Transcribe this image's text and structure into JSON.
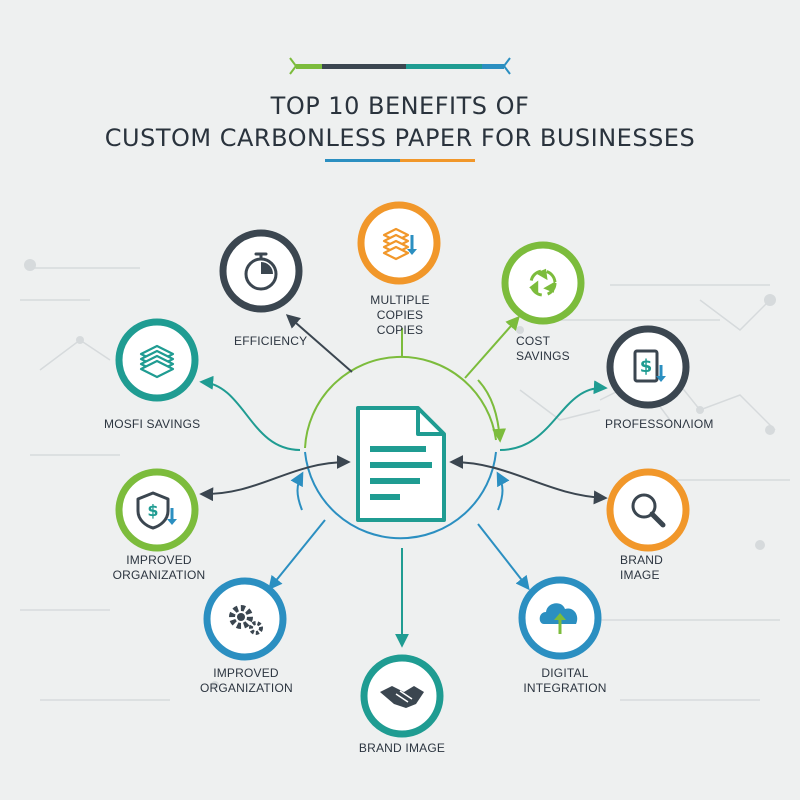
{
  "title": {
    "line1": "TOP 10 BENEFITS OF",
    "line2": "CUSTOM CARBONLESS PAPER FOR BUSINESSES"
  },
  "colors": {
    "teal": "#1f9c92",
    "green": "#7cbc3c",
    "orange": "#f1972a",
    "blue": "#2b8fc1",
    "dark": "#3b4650",
    "title": "#2a333d"
  },
  "center": {
    "icon": "document-icon"
  },
  "nodes": [
    {
      "id": "multiple-copies",
      "icon": "stacked-papers-download-icon",
      "ring": "orange",
      "label_lines": [
        "MULTIPLE",
        "COPIES COPIES"
      ]
    },
    {
      "id": "efficiency",
      "icon": "stopwatch-icon",
      "ring": "dark",
      "label_lines": [
        "EFFICIENCY"
      ]
    },
    {
      "id": "cost-savings",
      "icon": "recycle-icon",
      "ring": "green",
      "label_lines": [
        "COST SAVINGS"
      ]
    },
    {
      "id": "mosfi-savings",
      "icon": "paper-stack-icon",
      "ring": "teal",
      "label_lines": [
        "MOSFI SAVINGS"
      ]
    },
    {
      "id": "professionalism",
      "icon": "dollar-document-icon",
      "ring": "dark",
      "label_lines": [
        "PROFESSONΛIOM"
      ]
    },
    {
      "id": "improved-organization-1",
      "icon": "dollar-shield-icon",
      "ring": "green",
      "label_lines": [
        "IMPROVED",
        "ORGANIZATION"
      ]
    },
    {
      "id": "brand-image-1",
      "icon": "magnifier-icon",
      "ring": "orange",
      "label_lines": [
        "BRAND",
        "IMAGE"
      ]
    },
    {
      "id": "improved-organization-2",
      "icon": "gears-icon",
      "ring": "blue",
      "label_lines": [
        "IMPROVED",
        "ORGANIZATION"
      ]
    },
    {
      "id": "digital-integration",
      "icon": "cloud-upload-icon",
      "ring": "blue",
      "label_lines": [
        "DIGITAL",
        "INTEGRATION"
      ]
    },
    {
      "id": "brand-image-2",
      "icon": "handshake-icon",
      "ring": "teal",
      "label_lines": [
        "BRAND IMAGE"
      ]
    }
  ]
}
